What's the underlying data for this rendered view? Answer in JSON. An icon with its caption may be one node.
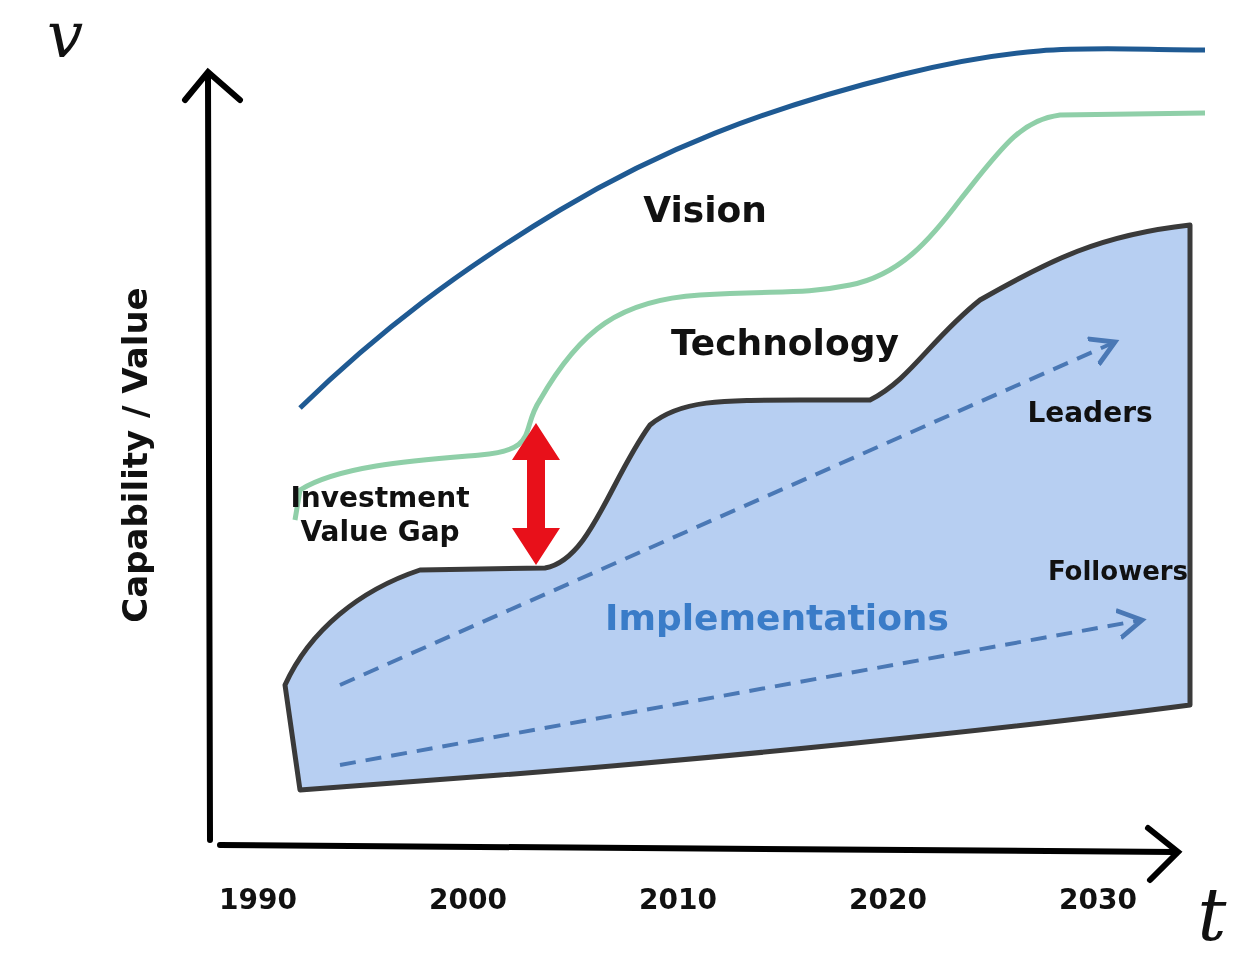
{
  "diagram": {
    "labels": [
      "v",
      "Vision",
      "Technology",
      "Capability / Value",
      "Leaders",
      "Investment Value Gap",
      "Followers",
      "Implementations",
      "1990",
      "2000",
      "2010",
      "2020",
      "2030",
      "t"
    ]
  }
}
